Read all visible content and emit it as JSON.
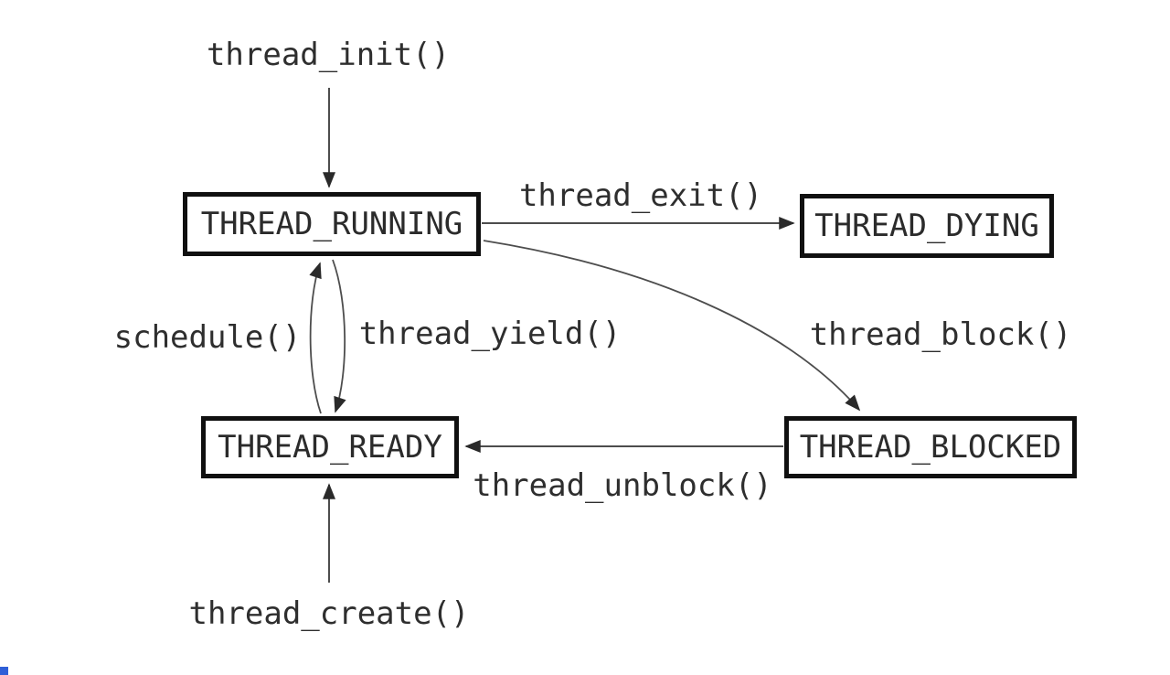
{
  "diagram": {
    "states": [
      {
        "id": "running",
        "label": "THREAD_RUNNING"
      },
      {
        "id": "dying",
        "label": "THREAD_DYING"
      },
      {
        "id": "ready",
        "label": "THREAD_READY"
      },
      {
        "id": "blocked",
        "label": "THREAD_BLOCKED"
      }
    ],
    "transitions": [
      {
        "label": "thread_init()",
        "from": null,
        "to": "THREAD_RUNNING"
      },
      {
        "label": "thread_exit()",
        "from": "THREAD_RUNNING",
        "to": "THREAD_DYING"
      },
      {
        "label": "schedule()",
        "from": "THREAD_READY",
        "to": "THREAD_RUNNING"
      },
      {
        "label": "thread_yield()",
        "from": "THREAD_RUNNING",
        "to": "THREAD_READY"
      },
      {
        "label": "thread_block()",
        "from": "THREAD_RUNNING",
        "to": "THREAD_BLOCKED"
      },
      {
        "label": "thread_unblock()",
        "from": "THREAD_BLOCKED",
        "to": "THREAD_READY"
      },
      {
        "label": "thread_create()",
        "from": null,
        "to": "THREAD_READY"
      }
    ],
    "colors": {
      "line": "#4d4d4d",
      "arrowhead": "#2a2a2a",
      "box_border": "#101010",
      "text": "#2e2e2e",
      "background": "#ffffff",
      "corner_mark": "#2f5fd7"
    }
  }
}
